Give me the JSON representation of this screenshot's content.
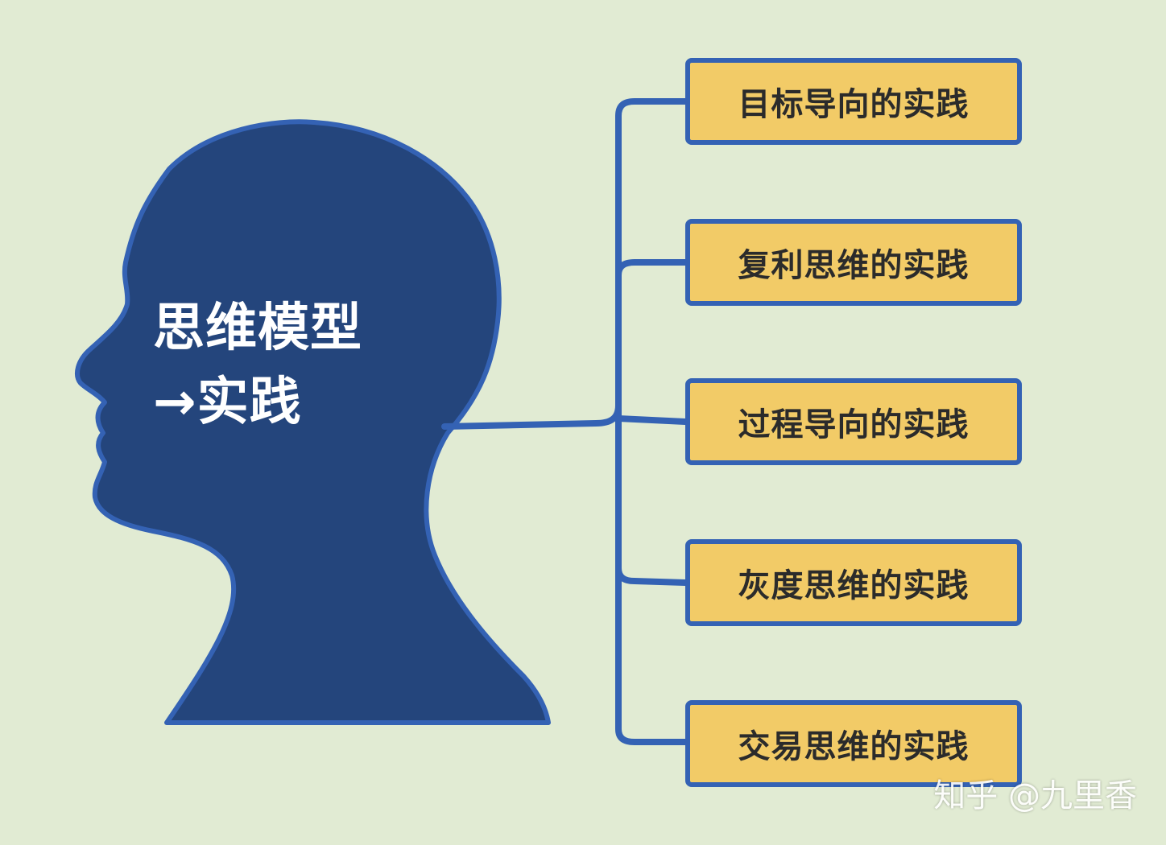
{
  "central_topic": {
    "line1": "思维模型",
    "line2": "→实践"
  },
  "branches": [
    {
      "label": "目标导向的实践"
    },
    {
      "label": "复利思维的实践"
    },
    {
      "label": "过程导向的实践"
    },
    {
      "label": "灰度思维的实践"
    },
    {
      "label": "交易思维的实践"
    }
  ],
  "watermark": "知乎 @九里香",
  "colors": {
    "background": "#e1ebd3",
    "head_fill": "#24457c",
    "outline_blue": "#3462b4",
    "box_fill": "#f2cb67",
    "box_text": "#2b2b2b",
    "title_text": "#ffffff"
  }
}
